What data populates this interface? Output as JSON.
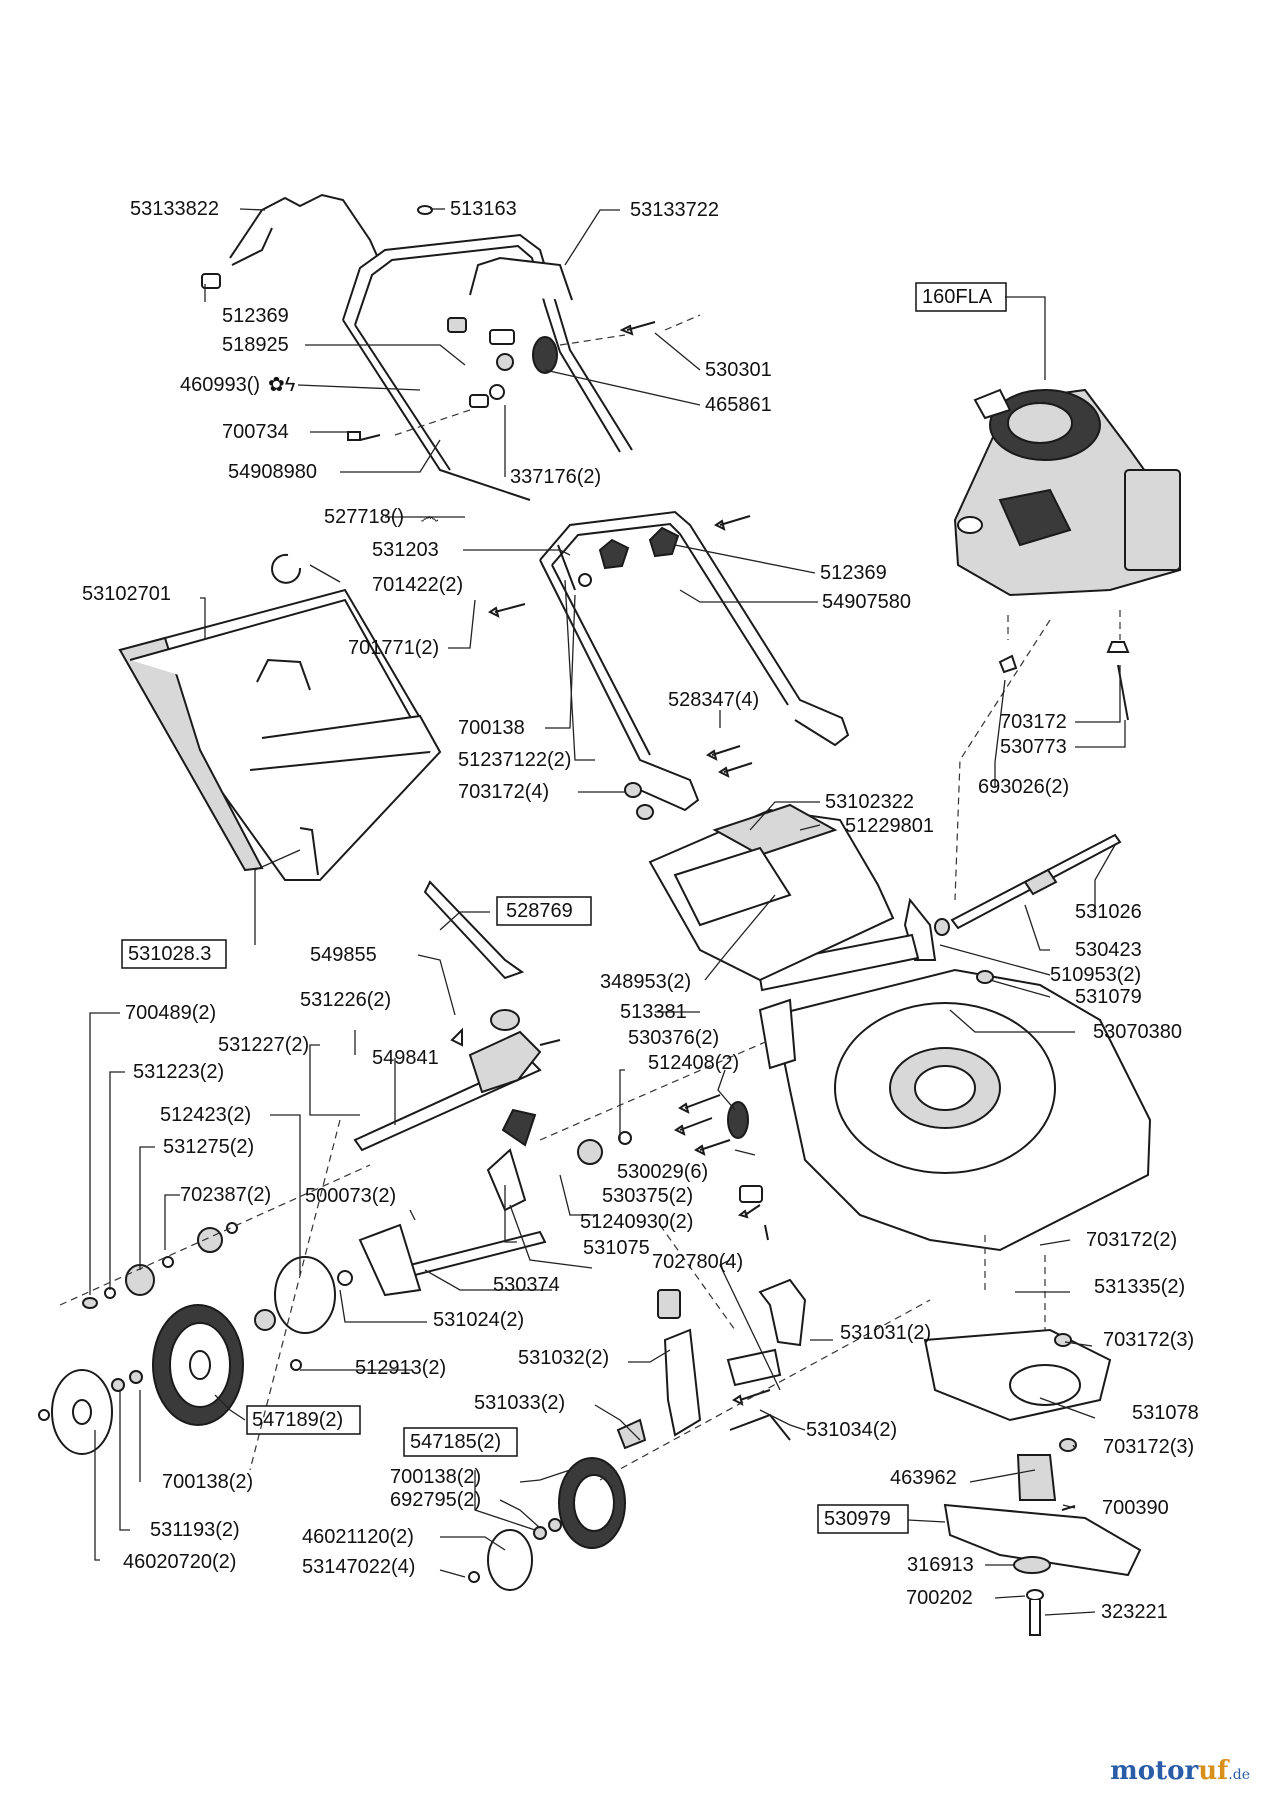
{
  "diagram": {
    "parts": [
      {
        "number": "53133822"
      },
      {
        "number": "513163"
      },
      {
        "number": "53133722"
      },
      {
        "number": "512369"
      },
      {
        "number": "518925"
      },
      {
        "number": "530301"
      },
      {
        "number": "460993()"
      },
      {
        "number": "465861"
      },
      {
        "number": "700734"
      },
      {
        "number": "54908980"
      },
      {
        "number": "337176(2)"
      },
      {
        "number": "527718()"
      },
      {
        "number": "531203"
      },
      {
        "number": "701422(2)"
      },
      {
        "number": "512369"
      },
      {
        "number": "53102701"
      },
      {
        "number": "54907580"
      },
      {
        "number": "701771(2)"
      },
      {
        "number": "528347(4)"
      },
      {
        "number": "700138"
      },
      {
        "number": "51237122(2)"
      },
      {
        "number": "703172(4)"
      },
      {
        "number": "53102322"
      },
      {
        "number": "51229801"
      },
      {
        "number": "531026"
      },
      {
        "number": "528769",
        "boxed": true
      },
      {
        "number": "531028.3",
        "boxed": true
      },
      {
        "number": "549855"
      },
      {
        "number": "530423"
      },
      {
        "number": "348953(2)"
      },
      {
        "number": "510953(2)"
      },
      {
        "number": "531079"
      },
      {
        "number": "700489(2)"
      },
      {
        "number": "531226(2)"
      },
      {
        "number": "513381"
      },
      {
        "number": "53070380"
      },
      {
        "number": "531227(2)"
      },
      {
        "number": "549841"
      },
      {
        "number": "530376(2)"
      },
      {
        "number": "531223(2)"
      },
      {
        "number": "512408(2)"
      },
      {
        "number": "512423(2)"
      },
      {
        "number": "531275(2)"
      },
      {
        "number": "530029(6)"
      },
      {
        "number": "702387(2)"
      },
      {
        "number": "500073(2)"
      },
      {
        "number": "530375(2)"
      },
      {
        "number": "51240930(2)"
      },
      {
        "number": "531075"
      },
      {
        "number": "703172(2)"
      },
      {
        "number": "702780(4)"
      },
      {
        "number": "530374"
      },
      {
        "number": "531335(2)"
      },
      {
        "number": "531024(2)"
      },
      {
        "number": "531031(2)"
      },
      {
        "number": "703172(3)"
      },
      {
        "number": "531032(2)"
      },
      {
        "number": "512913(2)"
      },
      {
        "number": "547189(2)",
        "boxed": true
      },
      {
        "number": "531078"
      },
      {
        "number": "531033(2)"
      },
      {
        "number": "531034(2)"
      },
      {
        "number": "703172(3)"
      },
      {
        "number": "547185(2)",
        "boxed": true
      },
      {
        "number": "463962"
      },
      {
        "number": "700138(2)"
      },
      {
        "number": "700138(2)"
      },
      {
        "number": "692795(2)"
      },
      {
        "number": "700390"
      },
      {
        "number": "530979",
        "boxed": true
      },
      {
        "number": "531193(2)"
      },
      {
        "number": "46021120(2)"
      },
      {
        "number": "316913"
      },
      {
        "number": "46020720(2)"
      },
      {
        "number": "53147022(4)"
      },
      {
        "number": "700202"
      },
      {
        "number": "323221"
      },
      {
        "number": "160FLA",
        "boxed": true
      },
      {
        "number": "703172"
      },
      {
        "number": "530773"
      },
      {
        "number": "693026(2)"
      }
    ]
  },
  "branding": {
    "name_a": "motor",
    "name_b": "uf",
    "suffix": ".de"
  }
}
